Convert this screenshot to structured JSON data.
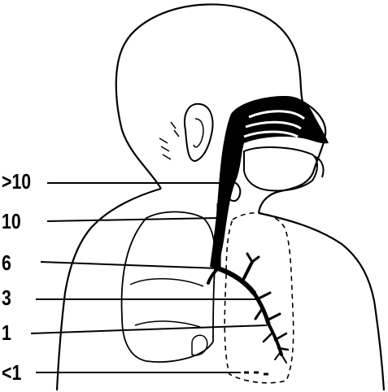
{
  "labels": [
    ">10",
    "10",
    "6",
    "3",
    "1",
    "<1"
  ],
  "colors": {
    "ink": "#000000",
    "paper": "#ffffff"
  }
}
